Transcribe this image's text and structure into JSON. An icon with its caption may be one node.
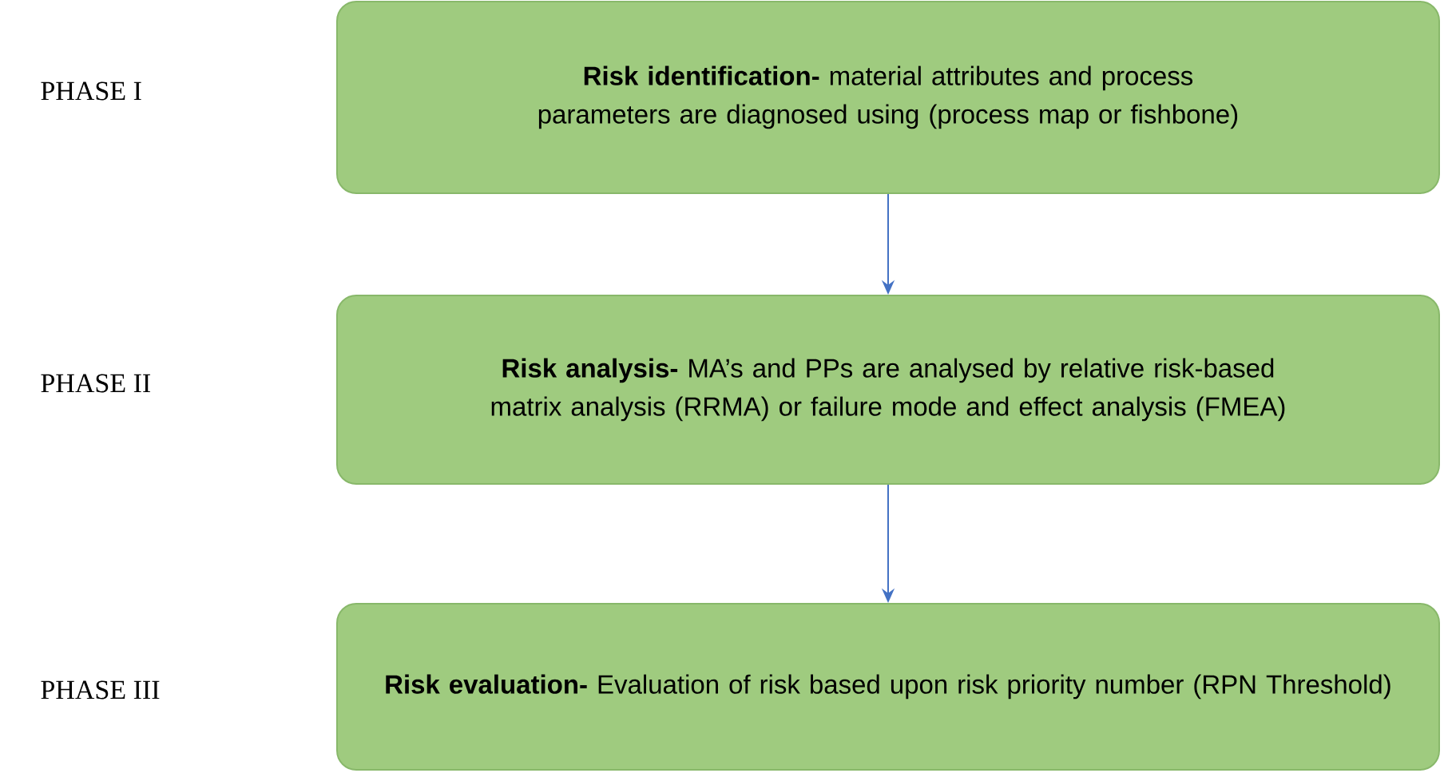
{
  "diagram": {
    "nodes": [
      {
        "text": [
          "**Risk identification-** material attributes and process parameters are diagnosed using (process map or fishbone)"
        ]
      },
      {
        "text": [
          "**Risk analysis-** MA’s and PPs are analysed by relative risk-based matrix analysis (RRMA) or failure mode and effect analysis (FMEA)"
        ]
      },
      {
        "text": [
          "**Risk evaluation-** Evaluation of risk based upon risk priority number (RPN Threshold)"
        ]
      }
    ],
    "labels": [
      "PHASE I",
      "PHASE II",
      "PHASE III"
    ],
    "edges": [
      {
        "from": 0,
        "to": 1,
        "arrow": "to"
      },
      {
        "from": 1,
        "to": 2,
        "arrow": "to"
      }
    ]
  }
}
